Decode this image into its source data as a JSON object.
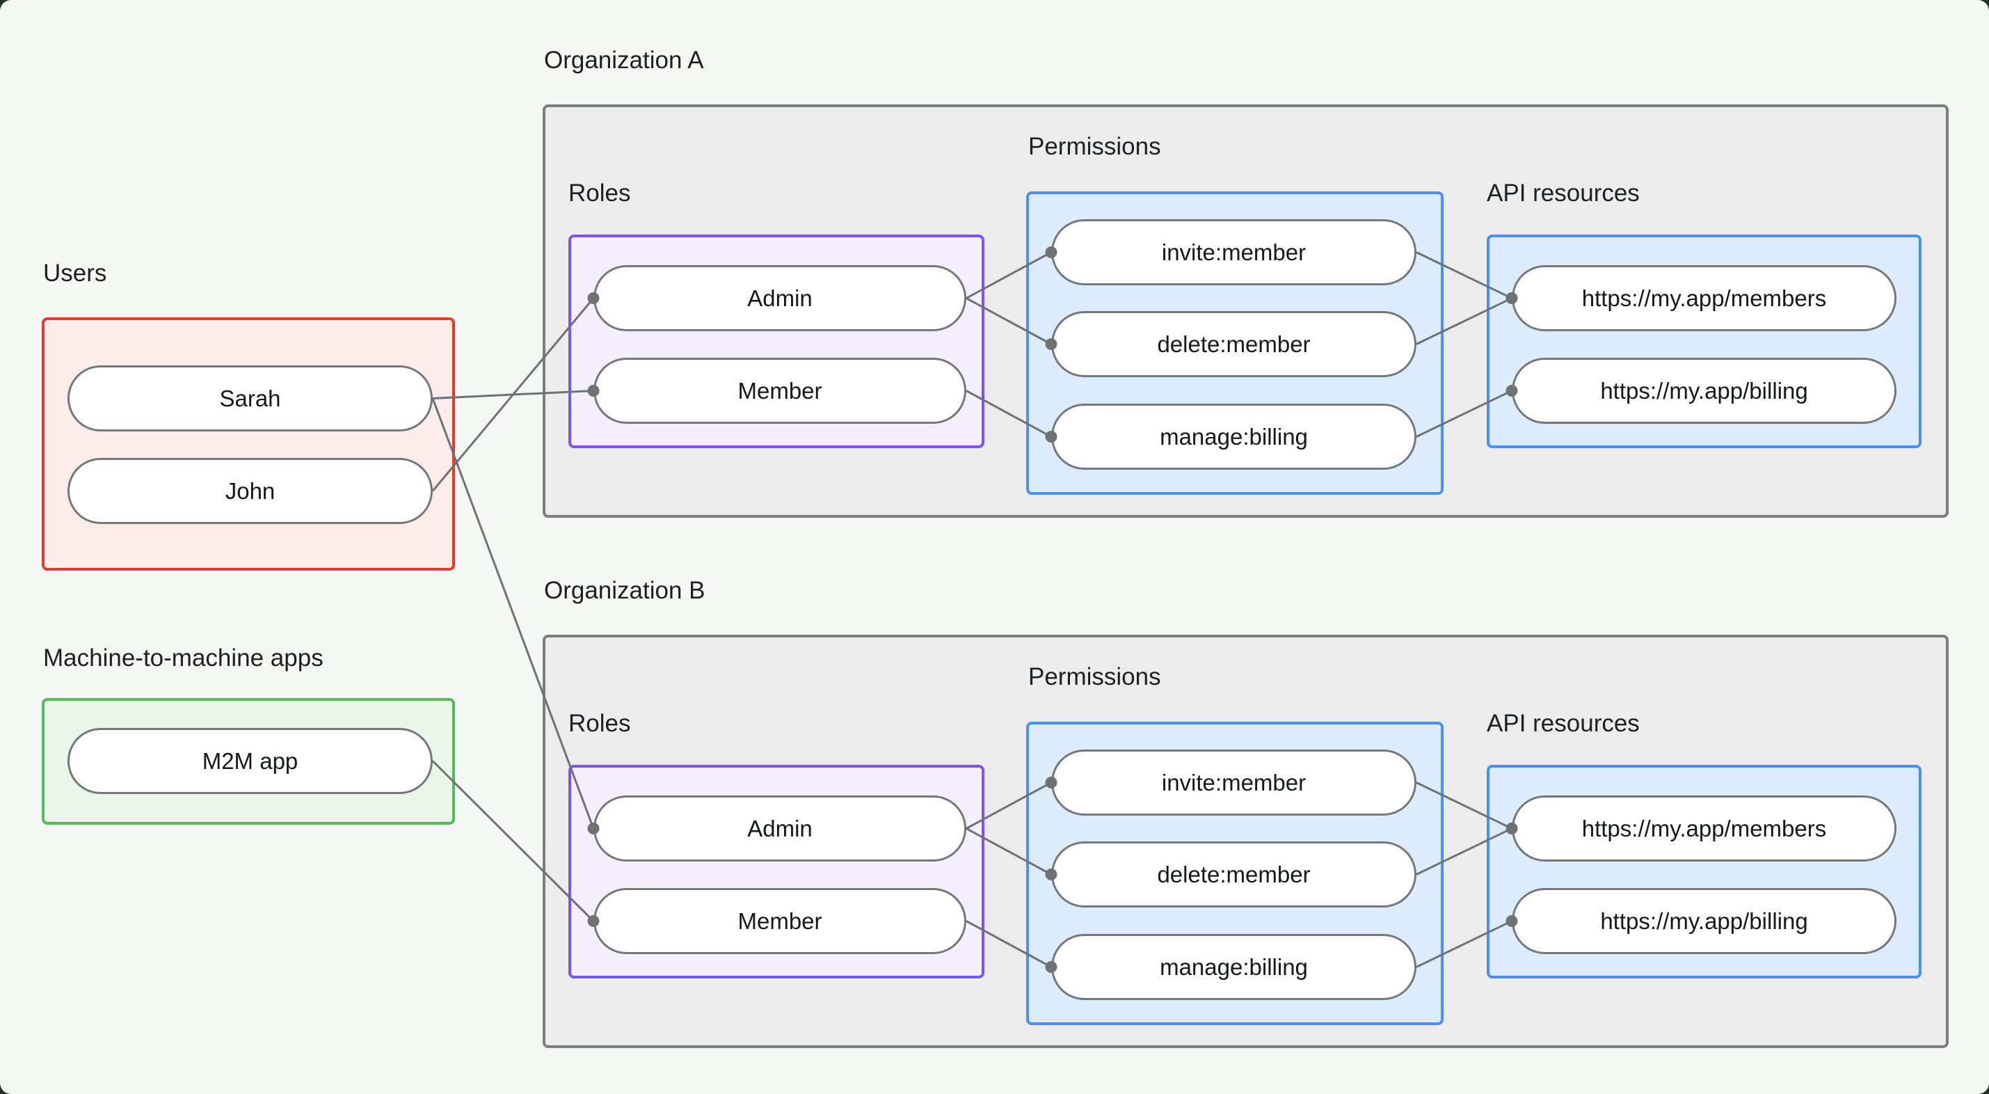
{
  "groups": {
    "users": {
      "label": "Users",
      "items": [
        "Sarah",
        "John"
      ]
    },
    "m2m": {
      "label": "Machine-to-machine apps",
      "items": [
        "M2M app"
      ]
    }
  },
  "organizations": [
    {
      "label": "Organization A",
      "roles_label": "Roles",
      "permissions_label": "Permissions",
      "api_label": "API resources",
      "roles": [
        "Admin",
        "Member"
      ],
      "permissions": [
        "invite:member",
        "delete:member",
        "manage:billing"
      ],
      "resources": [
        "https://my.app/members",
        "https://my.app/billing"
      ]
    },
    {
      "label": "Organization B",
      "roles_label": "Roles",
      "permissions_label": "Permissions",
      "api_label": "API resources",
      "roles": [
        "Admin",
        "Member"
      ],
      "permissions": [
        "invite:member",
        "delete:member",
        "manage:billing"
      ],
      "resources": [
        "https://my.app/members",
        "https://my.app/billing"
      ]
    }
  ],
  "edges": [
    {
      "from": "sarah",
      "to": "orgA-member"
    },
    {
      "from": "john",
      "to": "orgA-admin"
    },
    {
      "from": "sarah",
      "to": "orgB-admin"
    },
    {
      "from": "m2m-app",
      "to": "orgB-member"
    },
    {
      "from": "orgA-admin",
      "to": "orgA-invite"
    },
    {
      "from": "orgA-admin",
      "to": "orgA-delete"
    },
    {
      "from": "orgA-member",
      "to": "orgA-manage"
    },
    {
      "from": "orgA-invite",
      "to": "orgA-members-api"
    },
    {
      "from": "orgA-delete",
      "to": "orgA-members-api"
    },
    {
      "from": "orgA-manage",
      "to": "orgA-billing-api"
    },
    {
      "from": "orgB-admin",
      "to": "orgB-invite"
    },
    {
      "from": "orgB-admin",
      "to": "orgB-delete"
    },
    {
      "from": "orgB-member",
      "to": "orgB-manage"
    },
    {
      "from": "orgB-invite",
      "to": "orgB-members-api"
    },
    {
      "from": "orgB-delete",
      "to": "orgB-members-api"
    },
    {
      "from": "orgB-manage",
      "to": "orgB-billing-api"
    }
  ],
  "colors": {
    "canvas_bg": "#f5f7f5",
    "org_fill": "#ececec",
    "org_border": "#7a7e7e",
    "users_border": "#e53a2e",
    "users_fill": "#fcece9",
    "m2m_border": "#55b85a",
    "m2m_fill": "#e9f5e9",
    "roles_border": "#7c53f4",
    "roles_fill": "#f4eefe",
    "blue_border": "#4a8ff5",
    "blue_fill": "#ddecfd",
    "connector": "#6e7274"
  }
}
